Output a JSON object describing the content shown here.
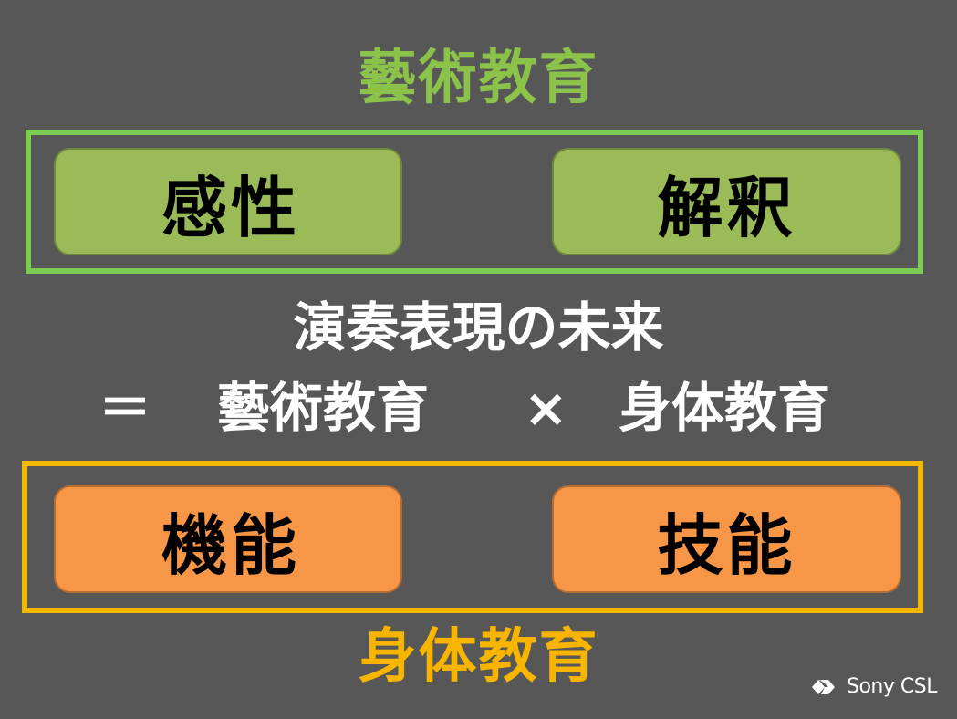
{
  "top_heading": "藝術教育",
  "art_box": {
    "left": "感性",
    "right": "解釈"
  },
  "equation": {
    "title": "演奏表現の未来",
    "equals": "＝",
    "art": "藝術教育",
    "times": "×",
    "body": "身体教育"
  },
  "body_box": {
    "left": "機能",
    "right": "技能"
  },
  "bottom_heading": "身体教育",
  "logo": {
    "text": "Sony CSL",
    "icon": "sony-csl-logo-icon"
  },
  "colors": {
    "background": "#575757",
    "art_green": "#8bc34a",
    "art_frame": "#7dcd52",
    "art_pill": "#9bbb59",
    "body_yellow": "#f7b500",
    "body_frame": "#f5b800",
    "body_pill": "#f79646"
  }
}
